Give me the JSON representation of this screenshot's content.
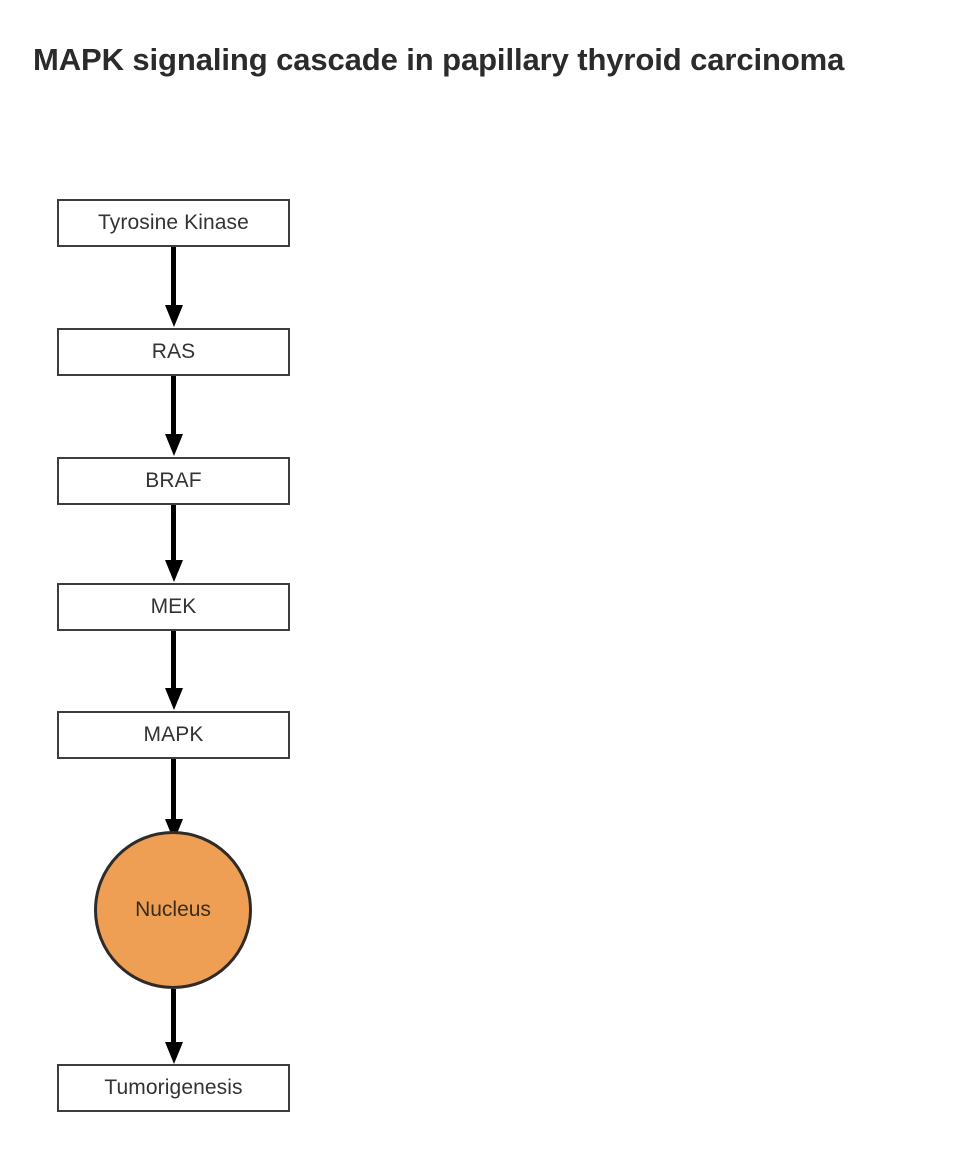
{
  "page": {
    "title": "MAPK signaling cascade in papillary thyroid carcinoma",
    "background_color": "#ffffff",
    "title_color": "#2b2b2b"
  },
  "diagram": {
    "type": "flowchart",
    "orientation": "vertical",
    "accent_color": "#ee9f54",
    "box_border_color": "#3d3d3d",
    "arrow_color": "#000000",
    "nodes": [
      {
        "id": "tyrosine-kinase",
        "label": "Tyrosine Kinase",
        "shape": "rectangle",
        "fill": "#ffffff"
      },
      {
        "id": "ras",
        "label": "RAS",
        "shape": "rectangle",
        "fill": "#ffffff"
      },
      {
        "id": "braf",
        "label": "BRAF",
        "shape": "rectangle",
        "fill": "#ffffff"
      },
      {
        "id": "mek",
        "label": "MEK",
        "shape": "rectangle",
        "fill": "#ffffff"
      },
      {
        "id": "mapk",
        "label": "MAPK",
        "shape": "rectangle",
        "fill": "#ffffff"
      },
      {
        "id": "nucleus",
        "label": "Nucleus",
        "shape": "circle",
        "fill": "#ee9f54"
      },
      {
        "id": "tumorigenesis",
        "label": "Tumorigenesis",
        "shape": "rectangle",
        "fill": "#ffffff"
      }
    ],
    "edges": [
      {
        "from": "tyrosine-kinase",
        "to": "ras",
        "style": "solid-arrow"
      },
      {
        "from": "ras",
        "to": "braf",
        "style": "solid-arrow"
      },
      {
        "from": "braf",
        "to": "mek",
        "style": "solid-arrow"
      },
      {
        "from": "mek",
        "to": "mapk",
        "style": "solid-arrow"
      },
      {
        "from": "mapk",
        "to": "nucleus",
        "style": "solid-arrow"
      },
      {
        "from": "nucleus",
        "to": "tumorigenesis",
        "style": "solid-arrow"
      }
    ]
  }
}
